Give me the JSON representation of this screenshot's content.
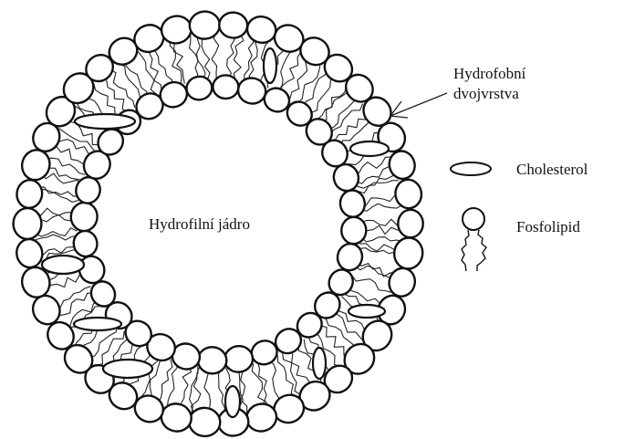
{
  "labels": {
    "core": "Hydrofilní jádro",
    "bilayer_line1": "Hydrofobní",
    "bilayer_line2": "dvojvrstva"
  },
  "legend": {
    "cholesterol": "Cholesterol",
    "phospholipid": "Fosfolipid"
  },
  "colors": {
    "stroke": "#111111",
    "background": "#ffffff"
  }
}
